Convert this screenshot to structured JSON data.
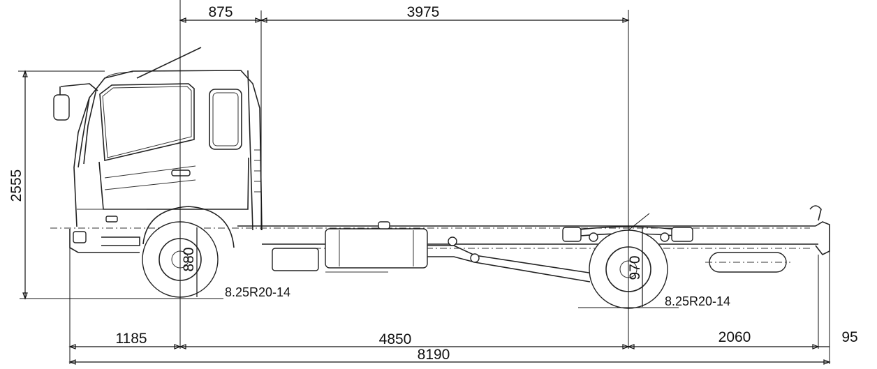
{
  "dimensions": {
    "front_overhang": "1185",
    "wheelbase": "4850",
    "rear_overhang": "2060",
    "frame_tail": "95",
    "overall_length": "8190",
    "cab_to_body": "875",
    "body_length": "3975",
    "overall_height": "2555",
    "front_axle_height": "880",
    "rear_axle_height": "970"
  },
  "tyres": {
    "front": "8.25R20-14",
    "rear": "8.25R20-14"
  },
  "colors": {
    "line": "#111111",
    "background": "#ffffff"
  }
}
